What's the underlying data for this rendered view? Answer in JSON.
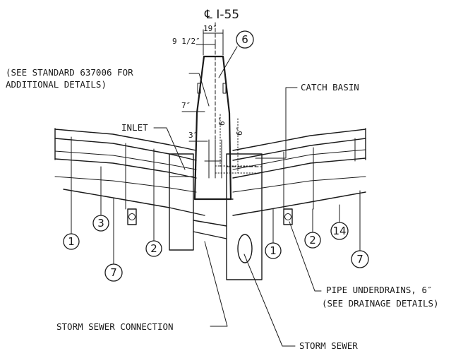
{
  "title": "℄ I-55",
  "dimensions": {
    "d19": "19″",
    "d9half": "9 1/2″",
    "d7": "7″",
    "d3": "3″",
    "d6a": "6″",
    "d6b": "6″"
  },
  "labels": {
    "see_standard_line1": "(SEE STANDARD 637006 FOR",
    "see_standard_line2": "ADDITIONAL DETAILS)",
    "catch_basin": "CATCH BASIN",
    "inlet": "INLET",
    "pipe_underdrains_line1": "PIPE UNDERDRAINS, 6″",
    "pipe_underdrains_line2": "(SEE DRAINAGE DETAILS)",
    "storm_sewer_connection": "STORM SEWER CONNECTION",
    "storm_sewer": "STORM SEWER"
  },
  "callouts": {
    "c6": "6",
    "c3": "3",
    "c1_left": "1",
    "c2_left": "2",
    "c7_left": "7",
    "c1_right": "1",
    "c2_right": "2",
    "c14": "14",
    "c7_right": "7"
  }
}
